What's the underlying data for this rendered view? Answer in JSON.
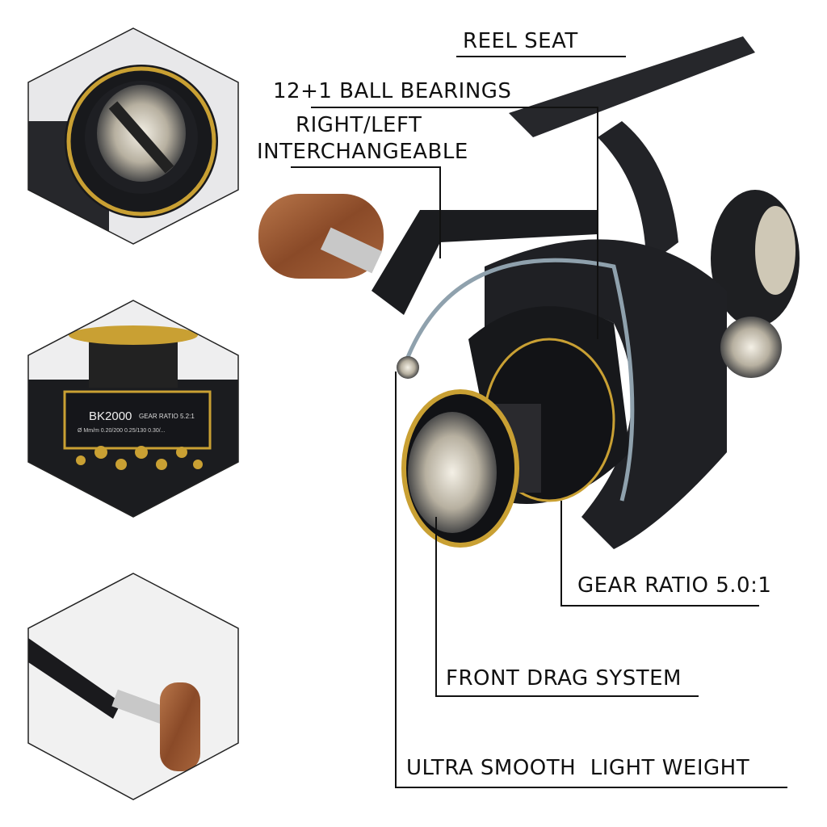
{
  "callouts": {
    "reel_seat": "REEL SEAT",
    "ball_bearings": "12+1 BALL BEARINGS",
    "interchangeable_line1": "RIGHT/LEFT",
    "interchangeable_line2": "INTERCHANGEABLE",
    "gear_ratio": "GEAR RATIO 5.0:1",
    "front_drag": "FRONT DRAG SYSTEM",
    "ultra_smooth": "ULTRA SMOOTH  LIGHT WEIGHT"
  },
  "detail_panels": [
    {
      "subject": "spool-cap-closeup"
    },
    {
      "subject": "spool-closeup",
      "model_text": "BK2000",
      "spec_text": "GEAR RATIO 5.2:1",
      "line_text": "Ø Mm/m 0.20/200 0.25/130 0.30/..."
    },
    {
      "subject": "wooden-handle-knob-closeup"
    }
  ],
  "colors": {
    "gold": "#c9a033",
    "body": "#1c1d20",
    "wood": "#9a5a34",
    "line": "#111111"
  }
}
